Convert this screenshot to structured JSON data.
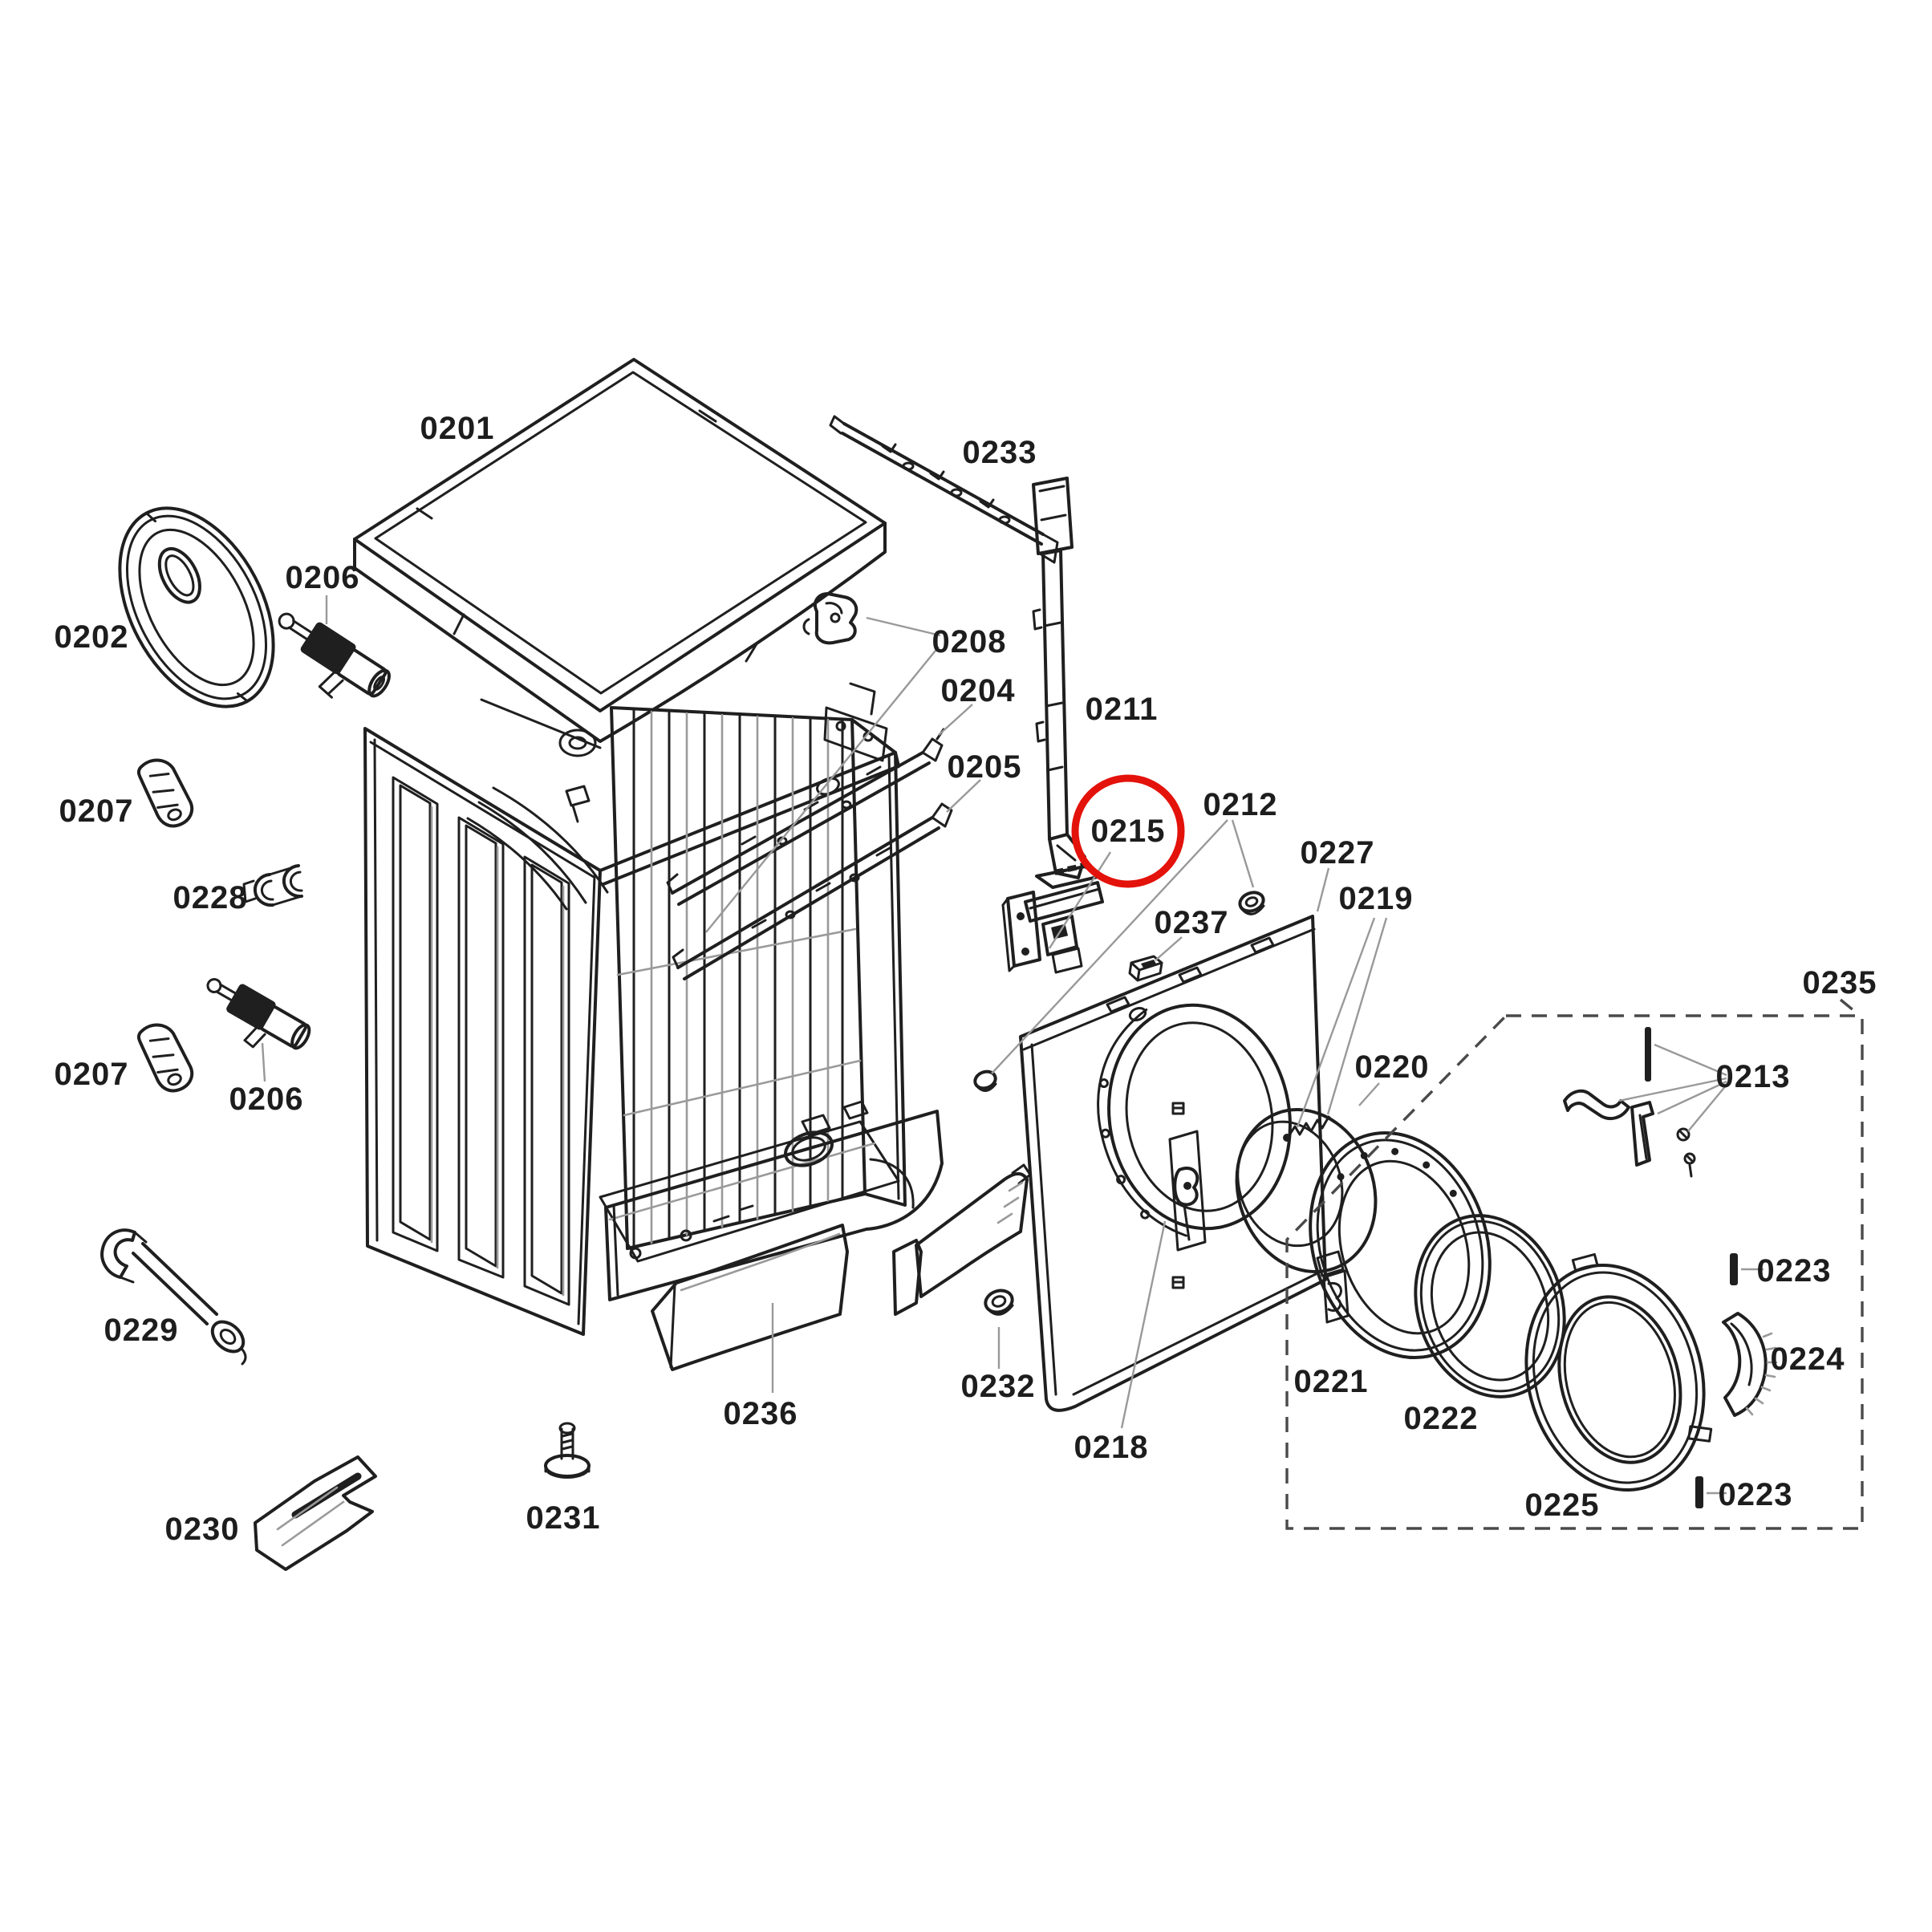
{
  "diagram": {
    "kind": "exploded-parts-diagram",
    "subject": "front-loading washing machine cabinet and door assembly",
    "colors": {
      "background": "#ffffff",
      "ink": "#1f1f1f",
      "leader": "#999999",
      "dashed_box": "#4a4a4a",
      "highlight": "#e3120b"
    },
    "highlighted_part": "0215",
    "grouped_parts_box_label": "0235",
    "labels": [
      {
        "text": "0201"
      },
      {
        "text": "0202"
      },
      {
        "text": "0204"
      },
      {
        "text": "0205"
      },
      {
        "text": "0206",
        "instance": "upper"
      },
      {
        "text": "0206",
        "instance": "lower"
      },
      {
        "text": "0207",
        "instance": "upper"
      },
      {
        "text": "0207",
        "instance": "lower"
      },
      {
        "text": "0208"
      },
      {
        "text": "0211"
      },
      {
        "text": "0212"
      },
      {
        "text": "0213"
      },
      {
        "text": "0215",
        "circled": true
      },
      {
        "text": "0218"
      },
      {
        "text": "0219"
      },
      {
        "text": "0220"
      },
      {
        "text": "0221"
      },
      {
        "text": "0222"
      },
      {
        "text": "0223",
        "instance": "upper"
      },
      {
        "text": "0223",
        "instance": "lower"
      },
      {
        "text": "0224"
      },
      {
        "text": "0225"
      },
      {
        "text": "0227"
      },
      {
        "text": "0228"
      },
      {
        "text": "0229"
      },
      {
        "text": "0230"
      },
      {
        "text": "0231"
      },
      {
        "text": "0232"
      },
      {
        "text": "0233"
      },
      {
        "text": "0235"
      },
      {
        "text": "0236"
      },
      {
        "text": "0237"
      }
    ]
  }
}
